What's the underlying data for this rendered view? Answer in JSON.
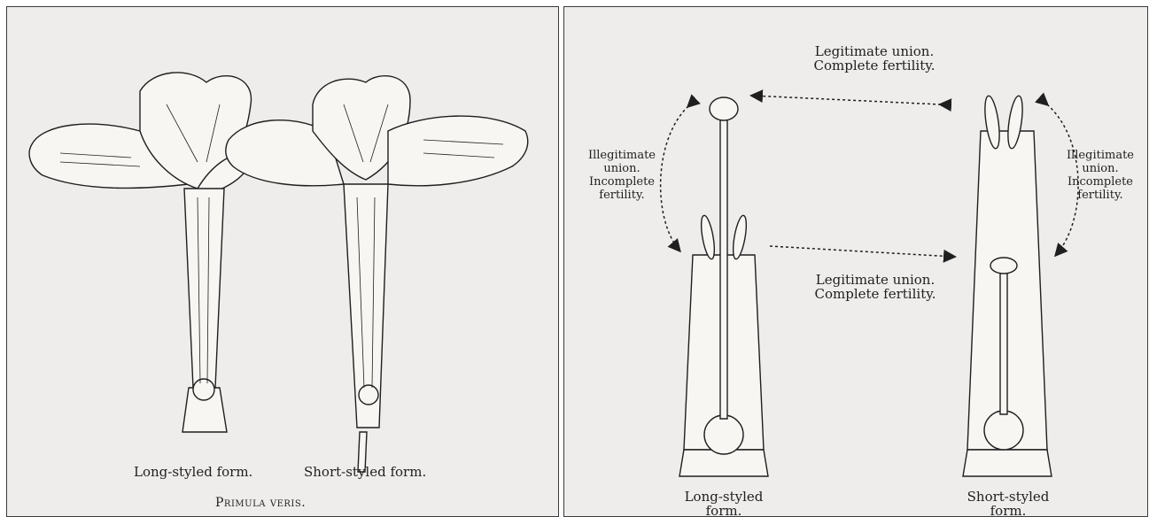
{
  "left_panel": {
    "caption_long": "Long-styled form.",
    "caption_short": "Short-styled form.",
    "title": "Primula veris."
  },
  "right_panel": {
    "legit_top_line1": "Legitimate union.",
    "legit_top_line2": "Complete fertility.",
    "legit_mid_line1": "Legitimate union.",
    "legit_mid_line2": "Complete fertility.",
    "illegit_left": [
      "Illegitimate",
      "union.",
      "Incomplete",
      "fertility."
    ],
    "illegit_right": [
      "Illegitimate",
      "union.",
      "Incomplete",
      "fertility."
    ],
    "long_label": [
      "Long-styled",
      "form."
    ],
    "short_label": [
      "Short-styled",
      "form."
    ]
  },
  "colors": {
    "paper": "#eeedeb",
    "ink": "#1f1f1f",
    "border": "#3a3a3a"
  }
}
